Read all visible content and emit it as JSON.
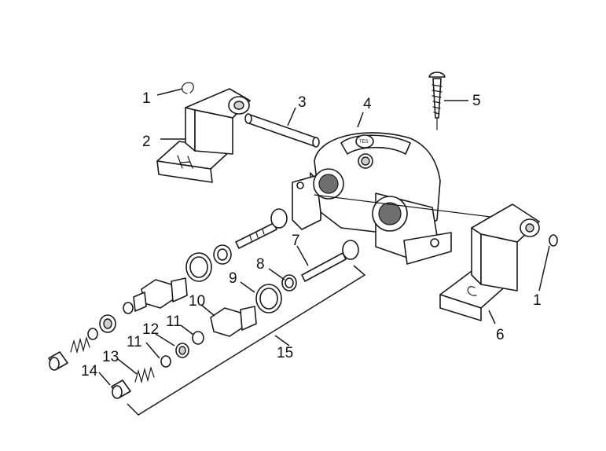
{
  "callouts": {
    "c1a": "1",
    "c2": "2",
    "c3": "3",
    "c4": "4",
    "c5": "5",
    "c1b": "1",
    "c6": "6",
    "c7": "7",
    "c8": "8",
    "c9": "9",
    "c10": "10",
    "c11a": "11",
    "c11b": "11",
    "c12": "12",
    "c13": "13",
    "c14": "14",
    "c15": "15"
  },
  "stamps": {
    "body_mark": "TES"
  }
}
